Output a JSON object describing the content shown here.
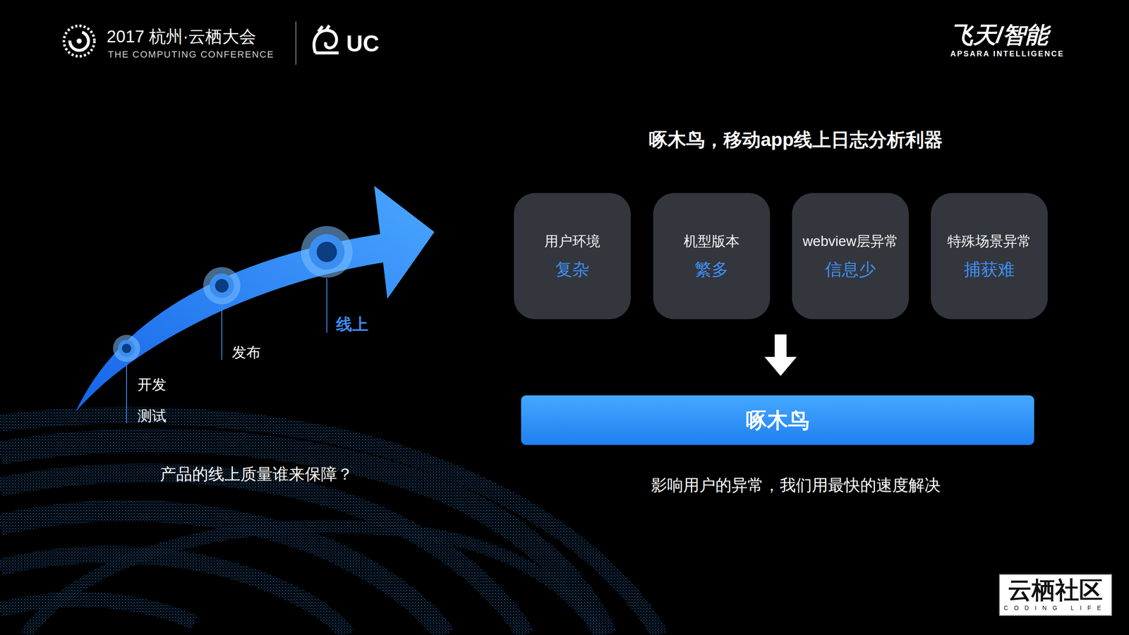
{
  "diagram": {
    "title": "啄木鸟，移动app线上日志分析利器",
    "nodes": [
      {
        "text": [
          "用户环境",
          "复杂"
        ]
      },
      {
        "text": [
          "机型版本",
          "繁多"
        ]
      },
      {
        "text": [
          "webview层异常",
          "信息少"
        ]
      },
      {
        "text": [
          "特殊场景异常",
          "捕获难"
        ]
      },
      {
        "text": [
          "啄木鸟"
        ]
      }
    ],
    "labels": [
      "2017 杭州·云栖大会",
      "THE COMPUTING CONFERENCE",
      "UC",
      "飞天/智能",
      "APSARA INTELLIGENCE",
      "开发",
      "测试",
      "发布",
      "线上",
      "产品的线上质量谁来保障？",
      "影响用户的异常，我们用最快的速度解决",
      "云栖社区",
      "CODING LIFE"
    ]
  }
}
